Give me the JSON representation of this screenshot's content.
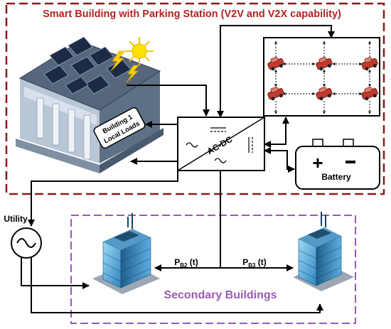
{
  "title": "Smart Building with Parking Station (V2V and V2X capability)",
  "local_loads_label": [
    "Building 1",
    "Local Loads"
  ],
  "converter_label": "AC-DC",
  "battery_label": "Battery",
  "utility_label": "Utility",
  "secondary_label": "Secondary Buildings",
  "flows": [
    {
      "base": "P",
      "sub": "B2",
      "suffix": " (t)"
    },
    {
      "base": "P",
      "sub": "B3",
      "suffix": " (t)"
    }
  ],
  "colors": {
    "primary_border": "#8b1a1a",
    "title": "#b22222",
    "secondary_border": "#9b59b6",
    "secondary_text": "#9b59b6",
    "car": "#c0392b",
    "sun": "#ffe100"
  },
  "icons": [
    "sun-icon",
    "lightning-icon",
    "solar-panel-icon",
    "car-icon",
    "battery-icon",
    "ac-source-icon",
    "skyscraper-icon"
  ]
}
